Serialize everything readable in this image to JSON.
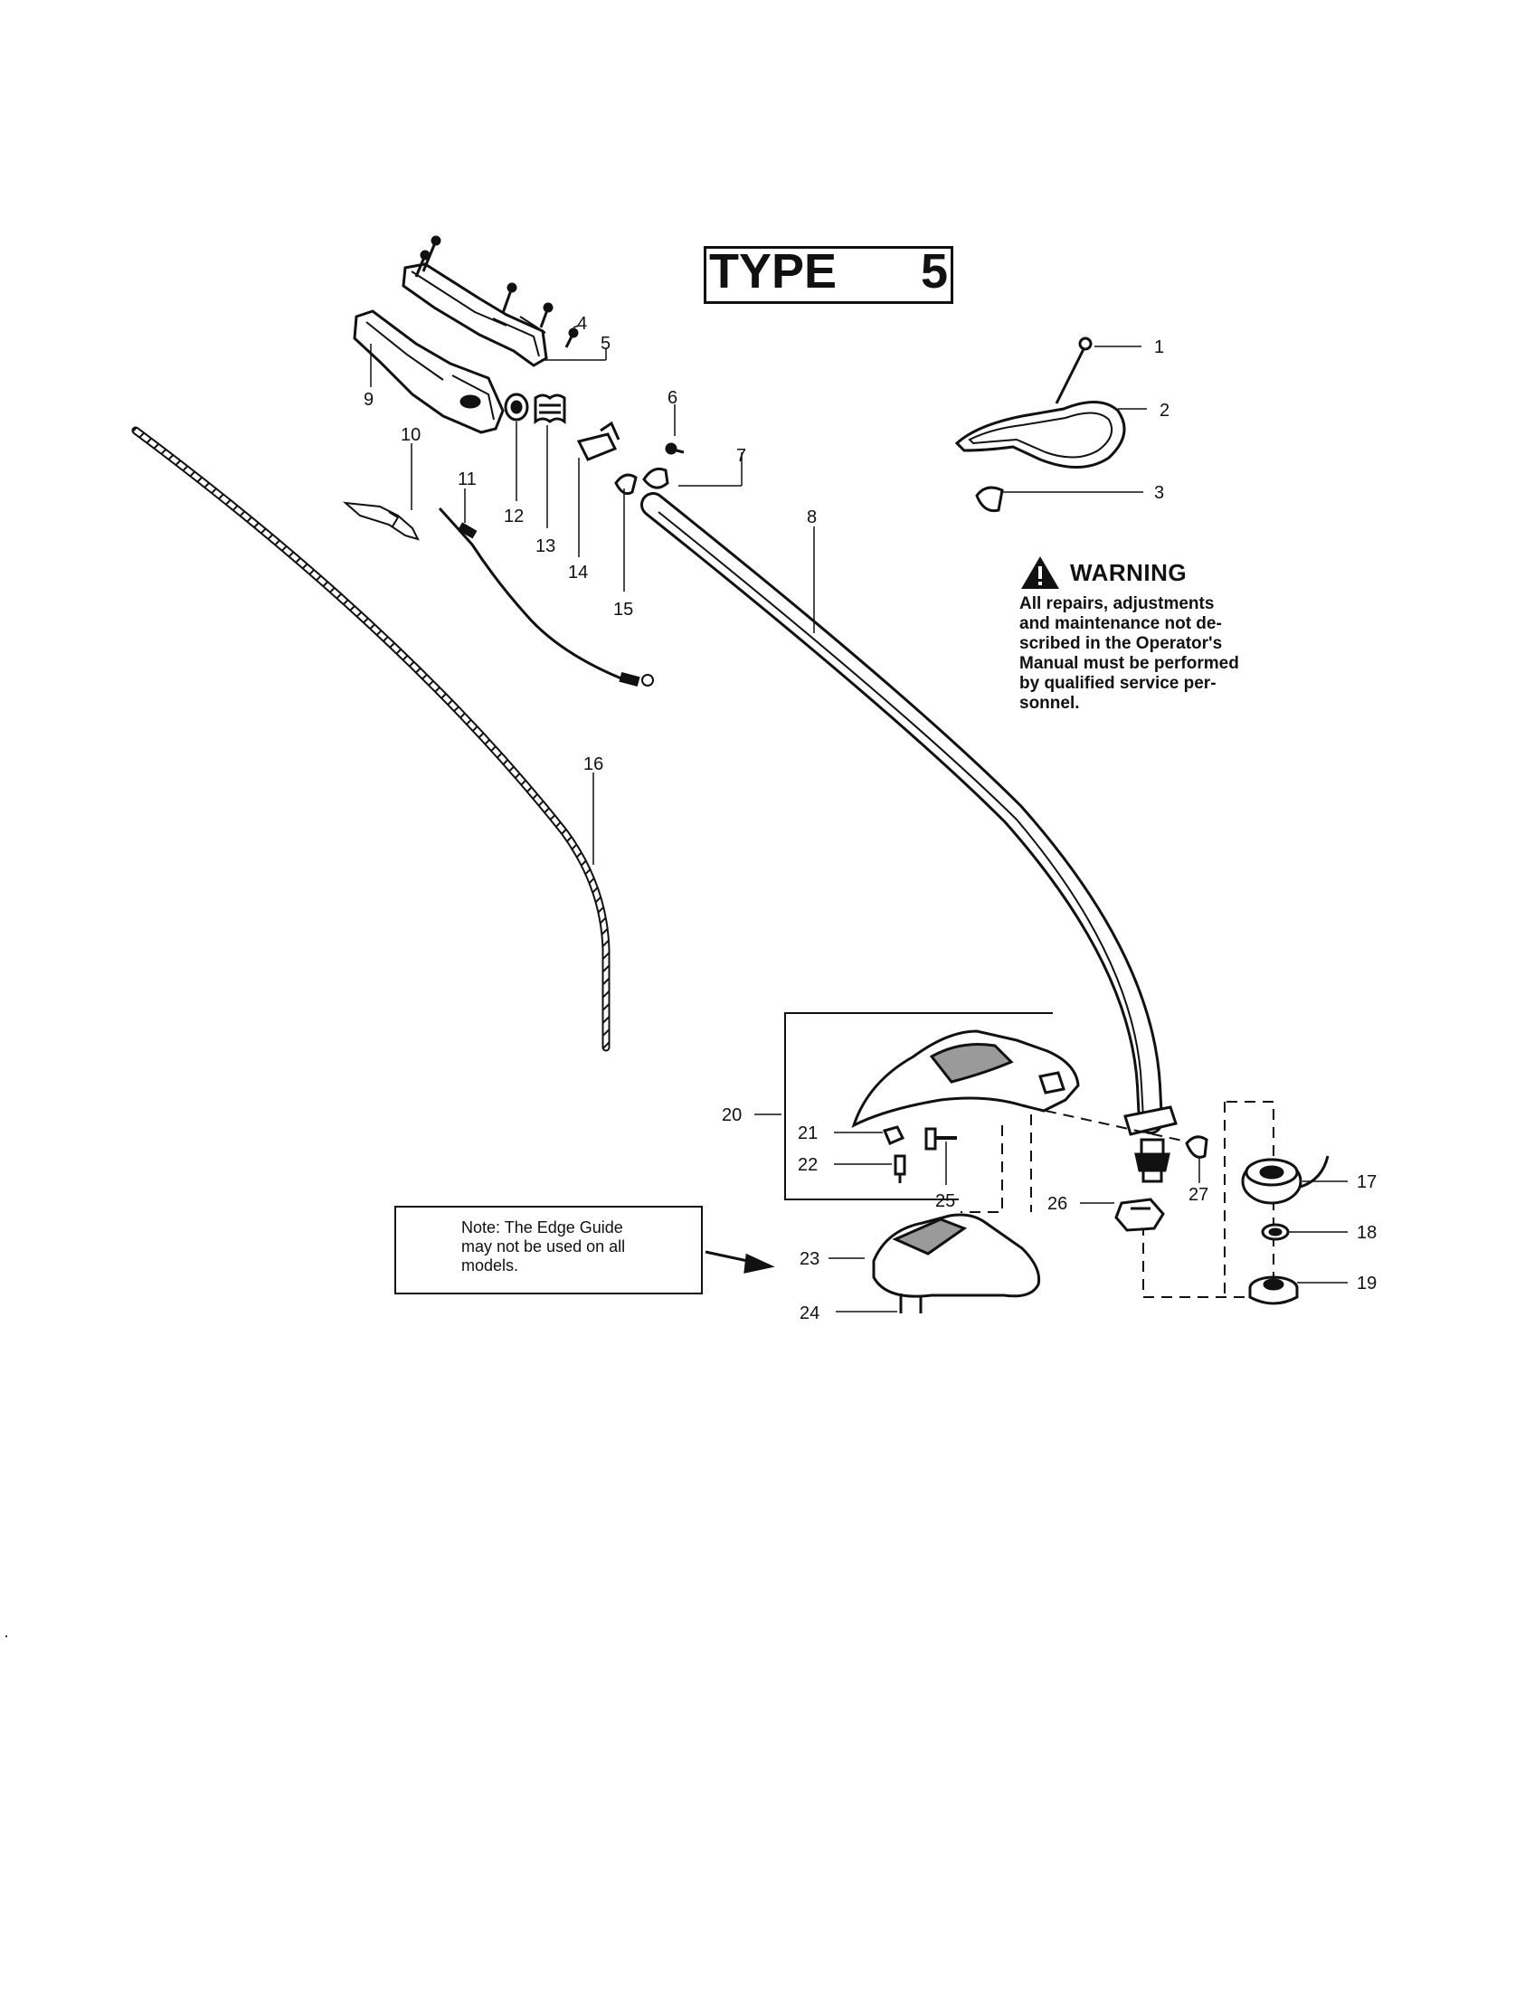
{
  "header": {
    "type_word": "TYPE",
    "type_number": "5"
  },
  "warning": {
    "icon": "warning-triangle-icon",
    "title": "WARNING",
    "text": "All repairs, adjustments\nand maintenance not de-\nscribed in the Operator's\nManual must be performed\nby qualified service per-\nsonnel."
  },
  "note": {
    "text": "Note: The Edge Guide\nmay not be used on all\nmodels."
  },
  "callouts": {
    "c1": "1",
    "c2": "2",
    "c3": "3",
    "c4": "4",
    "c5": "5",
    "c6": "6",
    "c7": "7",
    "c8": "8",
    "c9": "9",
    "c10": "10",
    "c11": "11",
    "c12": "12",
    "c13": "13",
    "c14": "14",
    "c15": "15",
    "c16": "16",
    "c17": "17",
    "c18": "18",
    "c19": "19",
    "c20": "20",
    "c21": "21",
    "c22": "22",
    "c23": "23",
    "c24": "24",
    "c25": "25",
    "c26": "26",
    "c27": "27"
  },
  "colors": {
    "ink": "#111111",
    "paper": "#ffffff",
    "shade": "#9a9a9a"
  }
}
